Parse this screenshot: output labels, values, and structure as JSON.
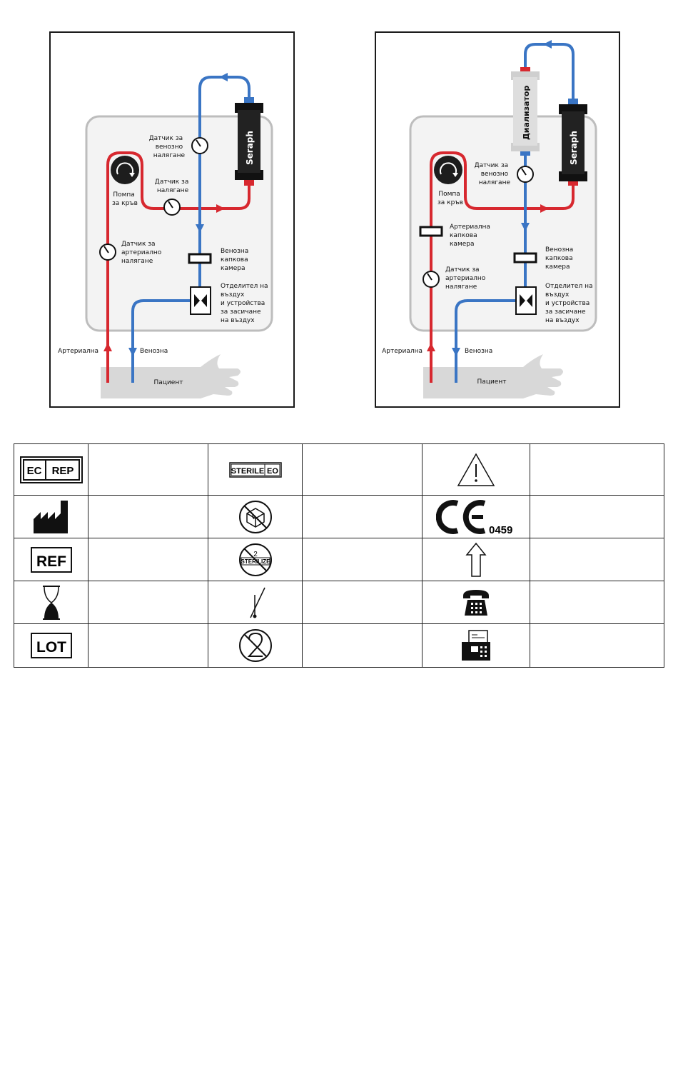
{
  "diagram_left": {
    "device": "Seraph",
    "labels": {
      "venous_sensor": [
        "Датчик за",
        "венозно",
        "налягане"
      ],
      "pressure_sensor": [
        "Датчик за",
        "налягане"
      ],
      "pump": [
        "Помпа",
        "за кръв"
      ],
      "arterial_sensor": [
        "Датчик за",
        "артериално",
        "налягане"
      ],
      "venous_drip": [
        "Венозна",
        "капкова",
        "камера"
      ],
      "air_separator": [
        "Отделител на",
        "въздух",
        "и устройства",
        "за засичане",
        "на въздух"
      ],
      "arterial": "Артериална",
      "venous": "Венозна",
      "patient": "Пациент"
    }
  },
  "diagram_right": {
    "device": "Seraph",
    "dialyzer": "Диализатор",
    "labels": {
      "venous_sensor": [
        "Датчик за",
        "венозно",
        "налягане"
      ],
      "pump": [
        "Помпа",
        "за кръв"
      ],
      "arterial_drip": [
        "Артериална",
        "капкова",
        "камера"
      ],
      "arterial_sensor": [
        "Датчик за",
        "артериално",
        "налягане"
      ],
      "venous_drip": [
        "Венозна",
        "капкова",
        "камера"
      ],
      "air_separator": [
        "Отделител на",
        "въздух",
        "и устройства",
        "за засичане",
        "на въздух"
      ],
      "arterial": "Артериална",
      "venous": "Венозна",
      "patient": "Пациент"
    }
  },
  "symbols": {
    "ec_rep": [
      "EC",
      "REP"
    ],
    "sterile_eo": [
      "STERILE",
      "EO"
    ],
    "ce_number": "0459",
    "ref": "REF",
    "lot": "LOT",
    "dont_resterilize": "STERILIZE",
    "no_reuse_digit": "2"
  },
  "colors": {
    "arterial_line": "#d7282f",
    "venous_line": "#3a75c4",
    "machine_panel": "#f3f3f3",
    "machine_border": "#bdbdbd",
    "device_body": "#222222",
    "dialyzer_body": "#dedede",
    "arm": "#d8d8d8"
  }
}
